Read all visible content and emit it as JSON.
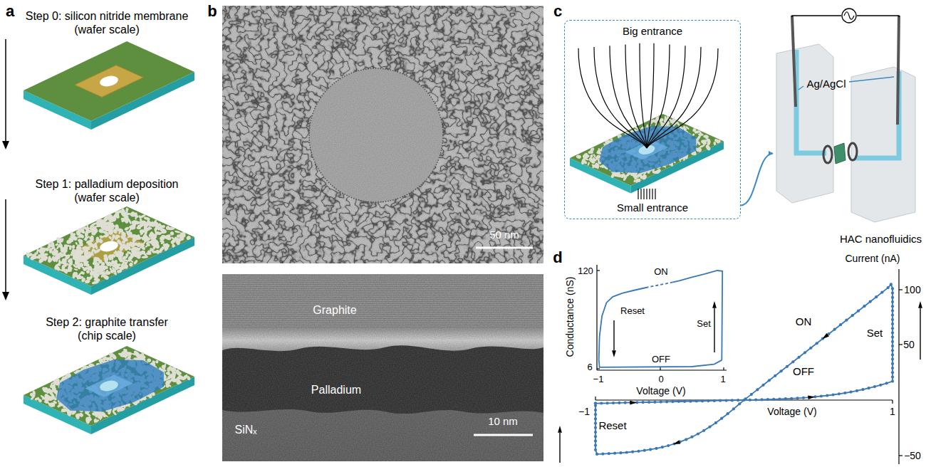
{
  "diagram": {
    "nodes": [
      {
        "text": [
          "Big entrance",
          "Small entrance"
        ]
      },
      {
        "text": [
          "HAC nanofluidics"
        ]
      }
    ],
    "edges": [
      {
        "from": 0,
        "to": 1,
        "arrow": "to"
      }
    ],
    "labels": [
      "a",
      "Step 0: silicon nitride membrane (wafer scale)",
      "Step 1: palladium deposition (wafer scale)",
      "Step 2: graphite transfer (chip scale)",
      "b",
      "50 nm",
      "Graphite",
      "Palladium",
      "SiNₓ",
      "10 nm",
      "c",
      "Ag/AgCl",
      "d",
      "Conductance (nS)",
      "120",
      "6",
      "ON",
      "OFF",
      "Set",
      "Reset",
      "−1",
      "0",
      "1",
      "Voltage (V)",
      "Current (nA)",
      "100",
      "50",
      "−50",
      "ON",
      "OFF",
      "Set",
      "Reset",
      "−1",
      "1",
      "Voltage (V)"
    ]
  }
}
